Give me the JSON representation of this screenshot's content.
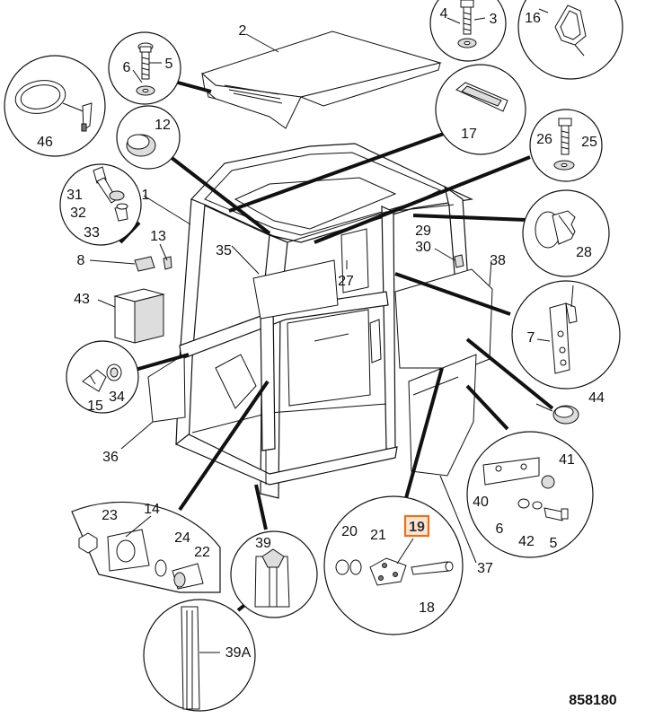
{
  "drawing_ref": "858180",
  "highlighted_callout": "19",
  "callouts": {
    "c1": "1",
    "c2": "2",
    "c3": "3",
    "c4": "4",
    "c5": "5",
    "c6": "6",
    "c7": "7",
    "c8": "8",
    "c12": "12",
    "c13": "13",
    "c14": "14",
    "c15": "15",
    "c16": "16",
    "c17": "17",
    "c18": "18",
    "c20": "20",
    "c21": "21",
    "c22": "22",
    "c23": "23",
    "c24": "24",
    "c25": "25",
    "c26": "26",
    "c27": "27",
    "c28": "28",
    "c29": "29",
    "c30": "30",
    "c31": "31",
    "c32": "32",
    "c33": "33",
    "c34": "34",
    "c35": "35",
    "c36": "36",
    "c37": "37",
    "c38": "38",
    "c39": "39",
    "c39A": "39A",
    "c40": "40",
    "c41": "41",
    "c42": "42",
    "c43": "43",
    "c44": "44",
    "c46": "46"
  }
}
